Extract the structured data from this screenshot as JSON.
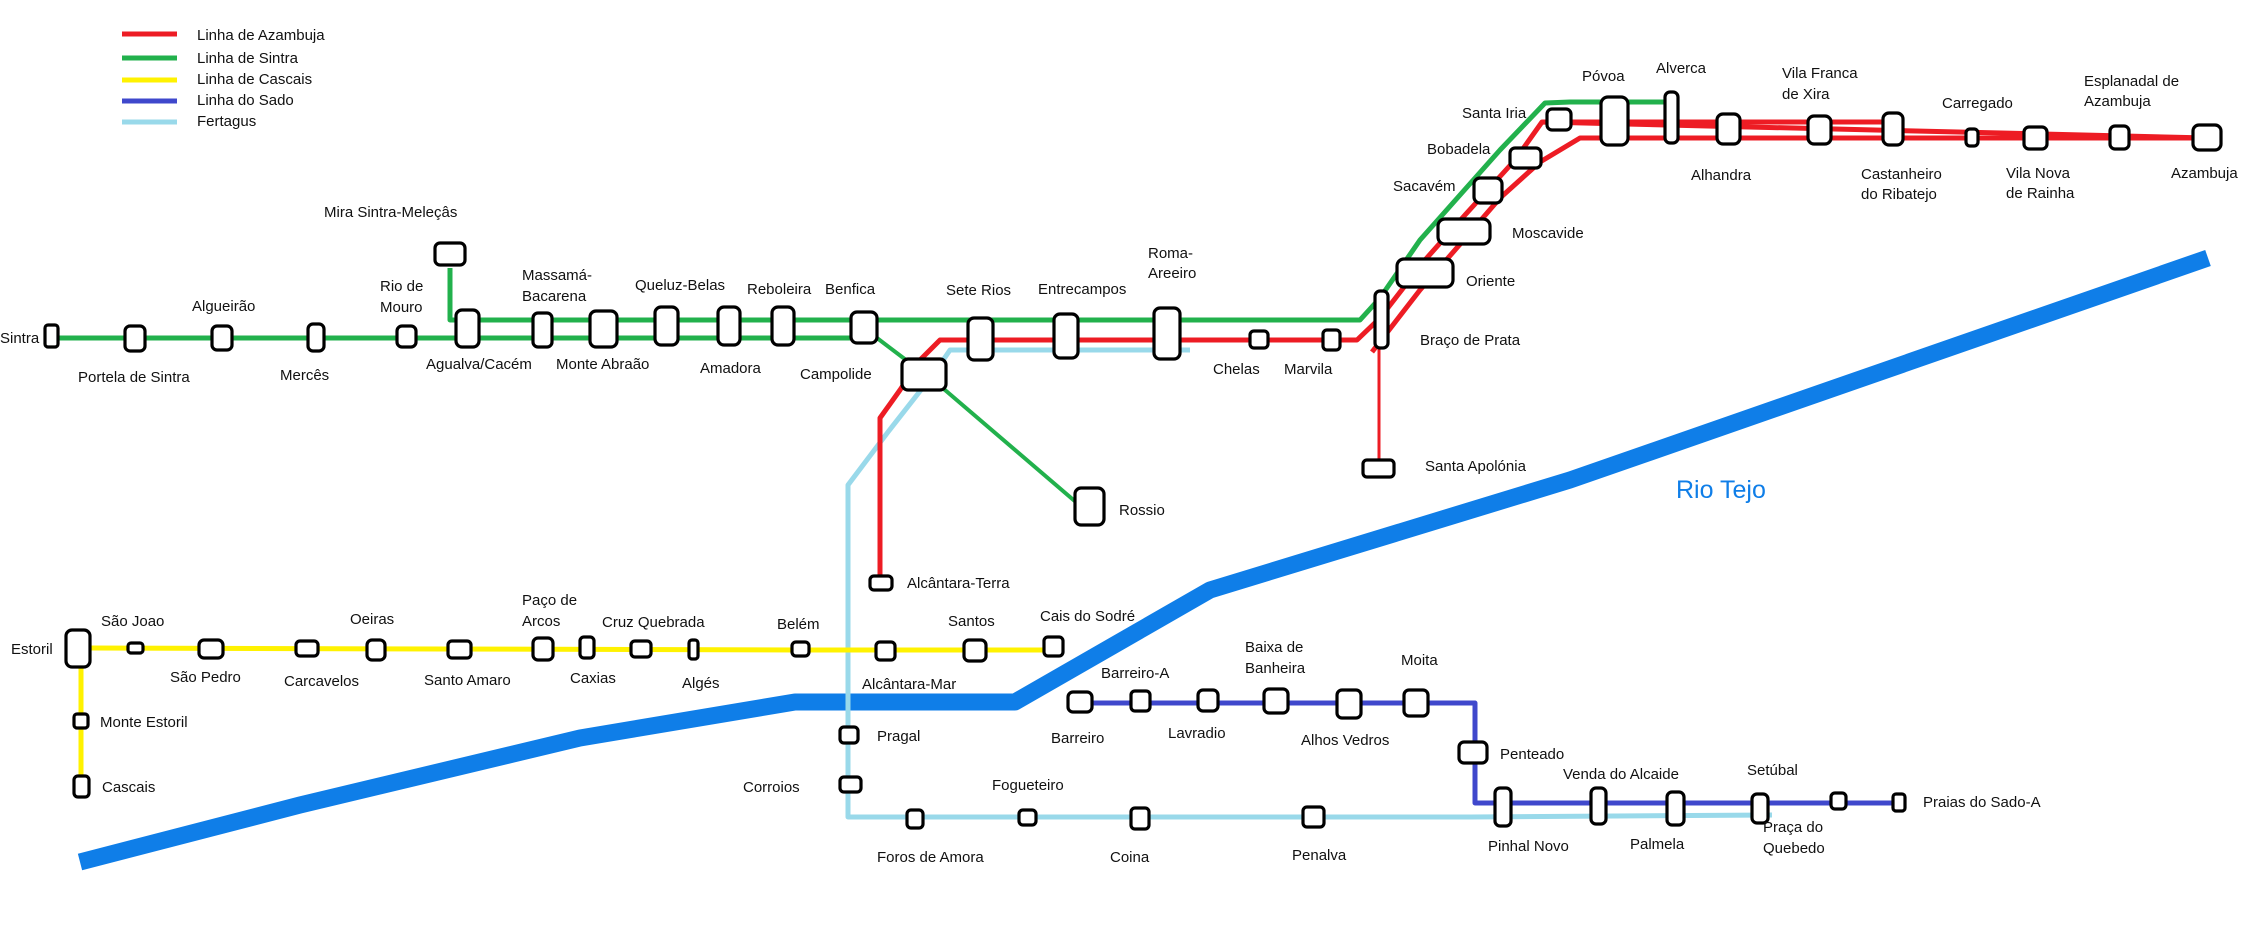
{
  "legend": [
    {
      "label": "Linha de Azambuja",
      "color": "#ed1c24"
    },
    {
      "label": "Linha de Sintra",
      "color": "#22b14c"
    },
    {
      "label": "Linha de Cascais",
      "color": "#fff200"
    },
    {
      "label": "Linha do Sado",
      "color": "#3f48cc"
    },
    {
      "label": "Fertagus",
      "color": "#99d9ea"
    }
  ],
  "river": {
    "label": "Rio Tejo",
    "color": "#0f7ee8"
  },
  "stations": {
    "sintra": "Sintra",
    "portela_de_sintra": "Portela de Sintra",
    "algueirao": "Algueirão",
    "merces": "Mercês",
    "rio_de_mouro": [
      "Rio de",
      "Mouro"
    ],
    "mira_sintra": "Mira Sintra-Meleçâs",
    "agualva_cacem": "Agualva/Cacém",
    "massama": [
      "Massamá-",
      "Bacarena"
    ],
    "monte_abraao": "Monte Abraão",
    "queluz_belas": "Queluz-Belas",
    "amadora": "Amadora",
    "reboleira": "Reboleira",
    "benfica": "Benfica",
    "campolide": "Campolide",
    "sete_rios": "Sete Rios",
    "entrecampos": "Entrecampos",
    "roma_areeiro": [
      "Roma-",
      "Areeiro"
    ],
    "chelas": "Chelas",
    "marvila": "Marvila",
    "braco_de_prata": "Braço de Prata",
    "santa_apolonia": "Santa Apolónia",
    "oriente": "Oriente",
    "moscavide": "Moscavide",
    "sacavem": "Sacavém",
    "bobadela": "Bobadela",
    "santa_iria": "Santa Iria",
    "povoa": "Póvoa",
    "alverca": "Alverca",
    "alhandra": "Alhandra",
    "vila_franca": [
      "Vila Franca",
      "de Xira"
    ],
    "castanheiro": [
      "Castanheiro",
      "do Ribatejo"
    ],
    "carregado": "Carregado",
    "vila_nova_rainha": [
      "Vila Nova",
      "de Rainha"
    ],
    "esplanadal": [
      "Esplanadal de",
      "Azambuja"
    ],
    "azambuja": "Azambuja",
    "rossio": "Rossio",
    "alcantara_terra": "Alcântara-Terra",
    "estoril": "Estoril",
    "sao_joao": "São Joao",
    "sao_pedro": "São Pedro",
    "carcavelos": "Carcavelos",
    "oeiras": "Oeiras",
    "santo_amaro": "Santo Amaro",
    "paco_de_arcos": [
      "Paço de",
      "Arcos"
    ],
    "caxias": "Caxias",
    "cruz_quebrada": "Cruz Quebrada",
    "alges": "Algés",
    "belem": "Belém",
    "alcantara_mar": "Alcântara-Mar",
    "santos": "Santos",
    "cais_do_sodre": "Cais do Sodré",
    "monte_estoril": "Monte Estoril",
    "cascais": "Cascais",
    "pragal": "Pragal",
    "corroios": "Corroios",
    "foros_de_amora": "Foros de Amora",
    "fogueteiro": "Fogueteiro",
    "coina": "Coina",
    "penalva": "Penalva",
    "barreiro": "Barreiro",
    "barreiro_a": "Barreiro-A",
    "lavradio": "Lavradio",
    "baixa_banheira": [
      "Baixa de",
      "Banheira"
    ],
    "alhos_vedros": "Alhos Vedros",
    "moita": "Moita",
    "penteado": "Penteado",
    "pinhal_novo": "Pinhal Novo",
    "venda_do_alcaide": "Venda do Alcaide",
    "palmela": "Palmela",
    "setubal": "Setúbal",
    "praca_do_quebedo": [
      "Praça do",
      "Quebedo"
    ],
    "praias_do_sado": "Praias do Sado-A"
  }
}
